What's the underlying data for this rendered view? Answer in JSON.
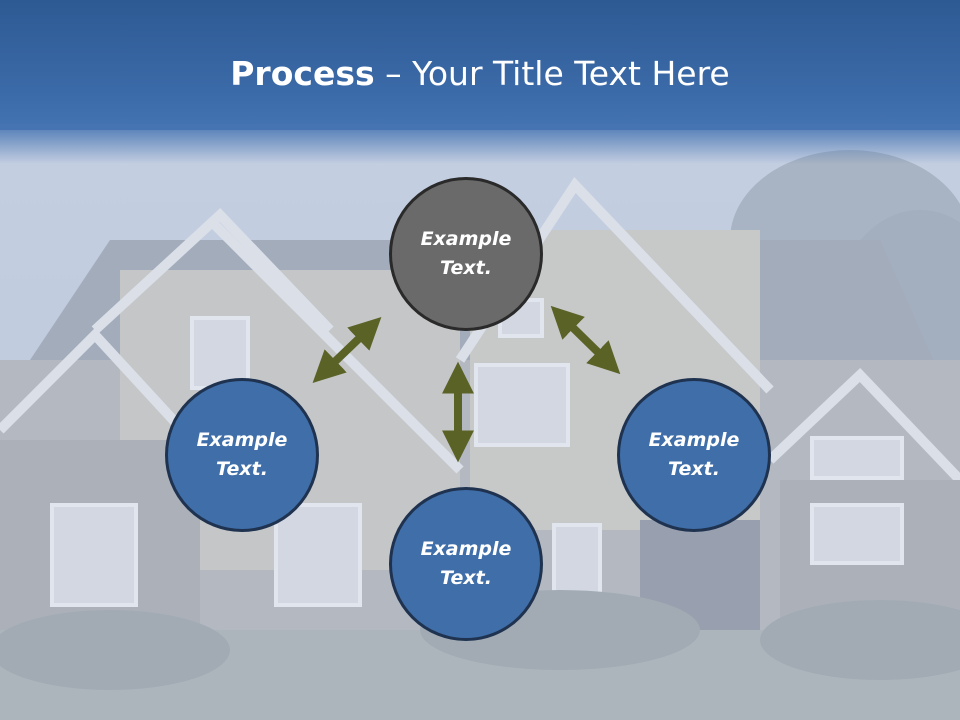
{
  "title": {
    "bold": "Process",
    "separator": " – ",
    "rest": "Your Title Text Here"
  },
  "nodes": {
    "top": {
      "label": "Example\nText."
    },
    "left": {
      "label": "Example\nText."
    },
    "right": {
      "label": "Example\nText."
    },
    "bottom": {
      "label": "Example\nText."
    }
  },
  "colors": {
    "title_bar": "#3b6aa8",
    "circle_blue": "#3f6ea8",
    "circle_gray": "#6a6a6a",
    "arrow": "#5a6226"
  },
  "background": {
    "image": "faded house photo"
  }
}
